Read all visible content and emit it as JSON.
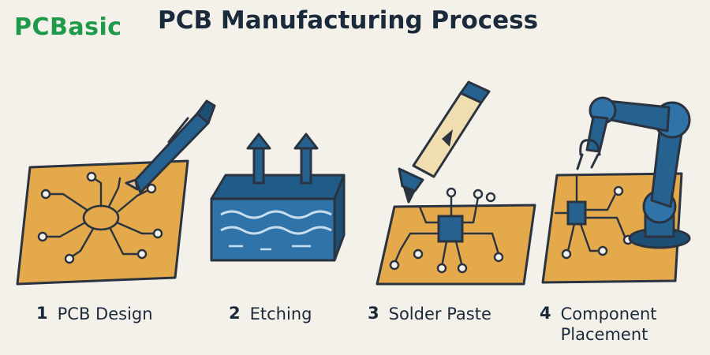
{
  "brand": {
    "logo_text": "PCBasic"
  },
  "title": "PCB Manufacturing Process",
  "colors": {
    "board": "#e3a94a",
    "outline": "#2a3340",
    "blue": "#25628f",
    "logo_green": "#1e9a4a",
    "background": "#f4f1ea"
  },
  "steps": [
    {
      "number": "1",
      "label": "PCB Design",
      "icon": "pen-on-board-icon"
    },
    {
      "number": "2",
      "label": "Etching",
      "icon": "etching-tank-icon"
    },
    {
      "number": "3",
      "label": "Solder Paste",
      "icon": "solder-paste-tube-icon"
    },
    {
      "number": "4",
      "label": "Component Placement",
      "icon": "robot-arm-icon"
    }
  ]
}
